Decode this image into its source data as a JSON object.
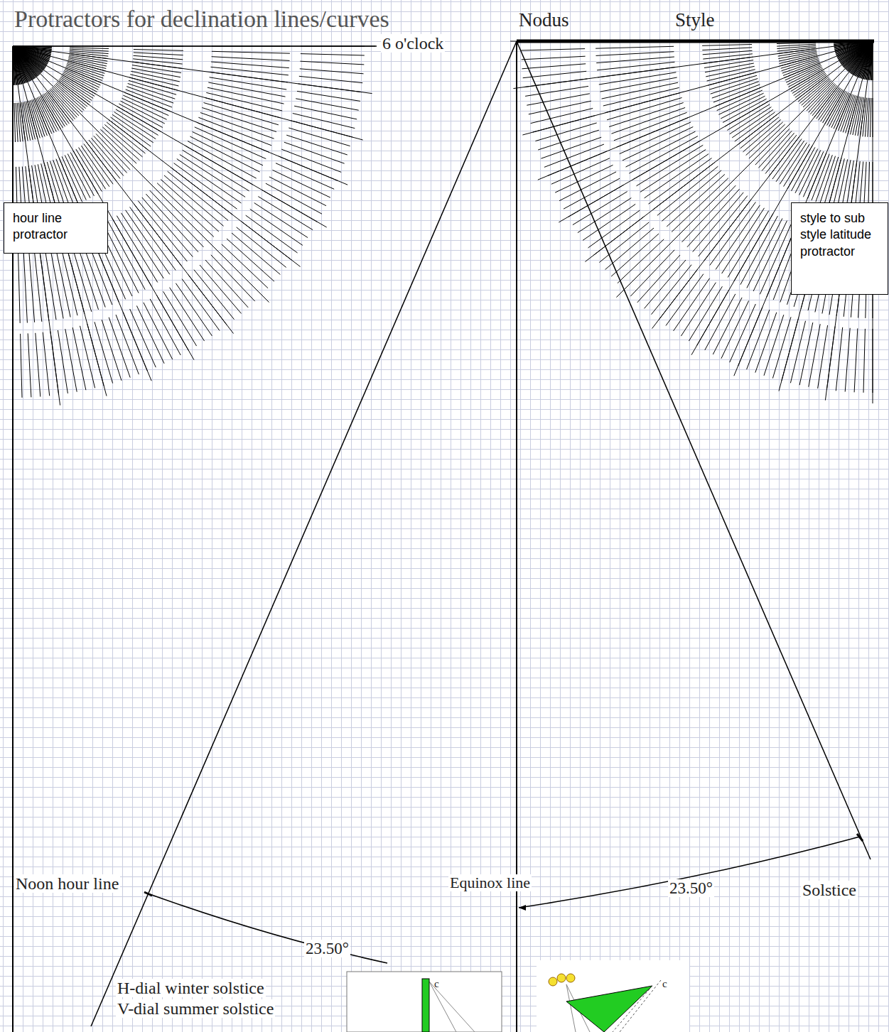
{
  "diagram": {
    "title": "Protractors for declination lines/curves",
    "nodes": [
      {
        "text": [
          "hour line protractor"
        ]
      },
      {
        "text": [
          "style to sub style latitude protractor"
        ]
      }
    ],
    "labels": [
      "Nodus",
      "Style",
      "6 o'clock",
      "Noon hour line",
      "23.50°",
      "Equinox line",
      "23.50°",
      "Solstice",
      "H-dial winter solstice",
      "V-dial summer solstice",
      "c",
      "c"
    ]
  }
}
